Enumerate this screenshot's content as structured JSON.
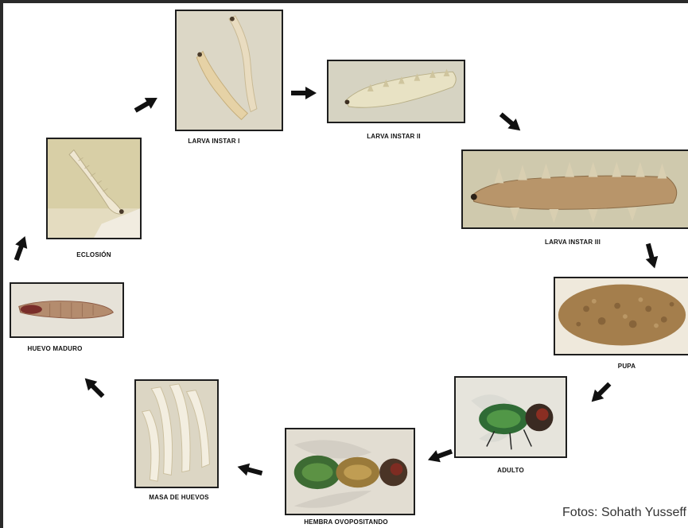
{
  "diagram": {
    "stages": [
      {
        "id": "eclosion",
        "label": "ECLOSIÓN"
      },
      {
        "id": "larva1",
        "label": "LARVA INSTAR I"
      },
      {
        "id": "larva2",
        "label": "LARVA INSTAR II"
      },
      {
        "id": "larva3",
        "label": "LARVA INSTAR III"
      },
      {
        "id": "pupa",
        "label": "PUPA"
      },
      {
        "id": "adulto",
        "label": "ADULTO"
      },
      {
        "id": "hembra",
        "label": "HEMBRA OVOPOSITANDO"
      },
      {
        "id": "masa",
        "label": "MASA DE HUEVOS"
      },
      {
        "id": "huevo",
        "label": "HUEVO MADURO"
      }
    ],
    "credit": "Fotos: Sohath Yusseff"
  },
  "colors": {
    "frame": "#2a2a2a",
    "arrow": "#111111",
    "photo_border": "#1e1e1e"
  }
}
